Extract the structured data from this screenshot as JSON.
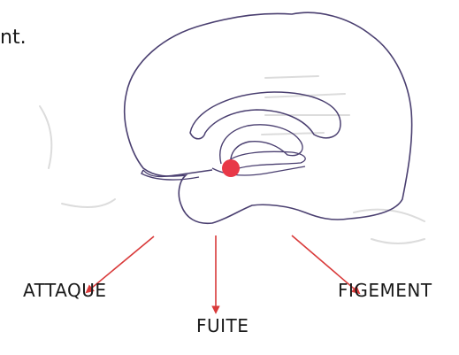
{
  "corner_text": "nt.",
  "labels": {
    "attack": "ATTAQUE",
    "flight": "FUITE",
    "freeze": "FIGEMENT"
  },
  "colors": {
    "outline": "#4a3f70",
    "arrow": "#d93a3a",
    "amygdala": "#e83848",
    "background_text": "#cfcfcf"
  }
}
